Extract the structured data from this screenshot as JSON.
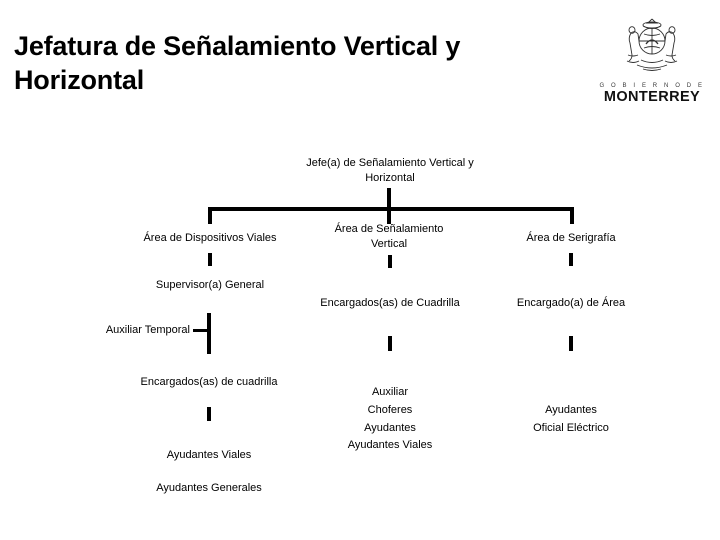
{
  "header": {
    "title": "Jefatura de Señalamiento Vertical y Horizontal",
    "logo": {
      "crest_name": "monterrey-coat-of-arms",
      "sub_text": "G O B I E R N O   D E",
      "main_text": "MONTERREY"
    }
  },
  "chart_data": {
    "type": "diagram",
    "title": "Jefatura de Señalamiento Vertical y Horizontal",
    "root": "Jefe(a) de Señalamiento Vertical y Horizontal",
    "branches": [
      {
        "name": "Área de Dispositivos Viales",
        "chain": [
          "Supervisor(a) General",
          "Encargados(as) de cuadrilla",
          "Ayudantes Viales",
          "Ayudantes Generales"
        ],
        "side_node": "Auxiliar Temporal"
      },
      {
        "name": "Área de Señalamiento Vertical",
        "chain": [
          "Encargados(as) de Cuadrilla"
        ],
        "staff": [
          "Auxiliar",
          "Choferes",
          "Ayudantes",
          "Ayudantes Viales"
        ]
      },
      {
        "name": "Área de Serigrafía",
        "chain": [
          "Encargado(a) de Área"
        ],
        "staff": [
          "Ayudantes",
          "Oficial Eléctrico"
        ]
      }
    ]
  },
  "nodes": {
    "root": "Jefe(a) de Señalamiento Vertical y\nHorizontal",
    "area_dispositivos": "Área de Dispositivos Viales",
    "area_senalamiento": "Área de Señalamiento\nVertical",
    "area_serigrafia": "Área de Serigrafía",
    "supervisor_general": "Supervisor(a) General",
    "auxiliar_temporal": "Auxiliar Temporal",
    "encargados_cuadrilla_left": "Encargados(as) de cuadrilla",
    "ayudantes_viales_left": "Ayudantes Viales",
    "ayudantes_generales_left": "Ayudantes Generales",
    "encargados_cuadrilla_mid": "Encargados(as) de Cuadrilla",
    "mid_staff_1": "Auxiliar",
    "mid_staff_2": "Choferes",
    "mid_staff_3": "Ayudantes",
    "mid_staff_4": "Ayudantes Viales",
    "encargado_area_right": "Encargado(a) de Área",
    "right_staff_1": "Ayudantes",
    "right_staff_2": "Oficial Eléctrico"
  },
  "colors": {
    "text": "#000000",
    "line": "#000000",
    "background": "#ffffff"
  }
}
